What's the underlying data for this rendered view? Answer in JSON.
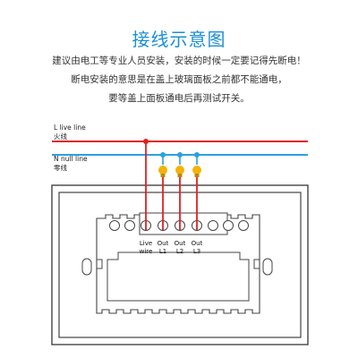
{
  "title": "接线示意图",
  "description": [
    "建议由电工等专业人员安装，安装的时候一定要记得先断电！",
    "断电安装的意思是在盖上玻璃面板之前都不能通电，",
    "要等盖上面板通电后再测试开关。"
  ],
  "live_line": {
    "label_en": "L live line",
    "label_cn": "火线",
    "color": "#e02020"
  },
  "null_line": {
    "label_en": "N null line",
    "label_cn": "零线",
    "color": "#2ba0e0"
  },
  "terminals": {
    "live": [
      "Live",
      "wire"
    ],
    "out1": [
      "Out",
      "L1"
    ],
    "out2": [
      "Out",
      "L2"
    ],
    "out3": [
      "Out",
      "L3"
    ]
  },
  "colors": {
    "title": "#1a8fd6",
    "bulb": "#f2b40a",
    "panel_stroke": "#444444"
  },
  "icons": [
    "light-bulb-icon",
    "terminal-screw-icon"
  ]
}
